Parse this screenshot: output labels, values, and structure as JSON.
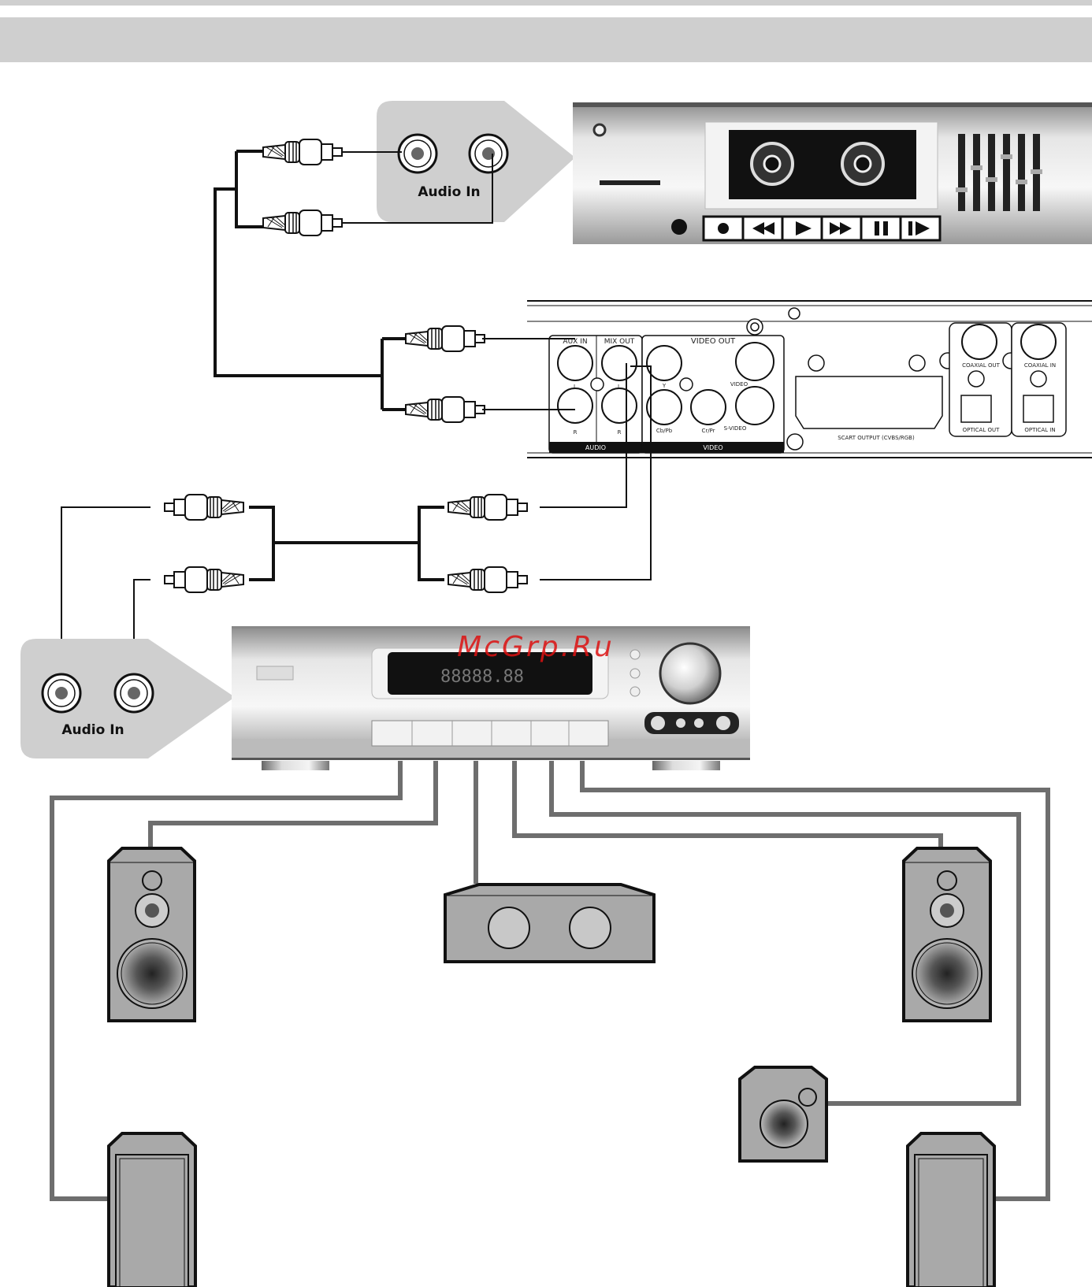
{
  "labels": {
    "audio_in_top": "Audio In",
    "audio_in_bottom": "Audio In",
    "aux_in": "AUX IN",
    "mix_out": "MIX OUT",
    "video_out": "VIDEO OUT",
    "audio_section": "AUDIO",
    "video_section": "VIDEO",
    "jack_l_aux": "L",
    "jack_r_aux": "R",
    "jack_l_mix": "L",
    "jack_r_mix": "R",
    "jack_y": "Y",
    "jack_cb": "Cb/Pb",
    "jack_cr": "Cr/Pr",
    "jack_video": "VIDEO",
    "jack_svideo": "S-VIDEO",
    "scart": "SCART OUTPUT (CVBS/RGB)",
    "coaxial_out": "COAXIAL OUT",
    "coaxial_in": "COAXIAL IN",
    "optical_out": "OPTICAL OUT",
    "optical_in": "OPTICAL IN",
    "display_readout": "88888.88",
    "watermark": "McGrp.Ru"
  },
  "colors": {
    "panel_gray": "#cfcfcf",
    "speaker_gray": "#a9a9a9",
    "wire_gray": "#6e6e6e",
    "watermark_red": "#d11111"
  }
}
